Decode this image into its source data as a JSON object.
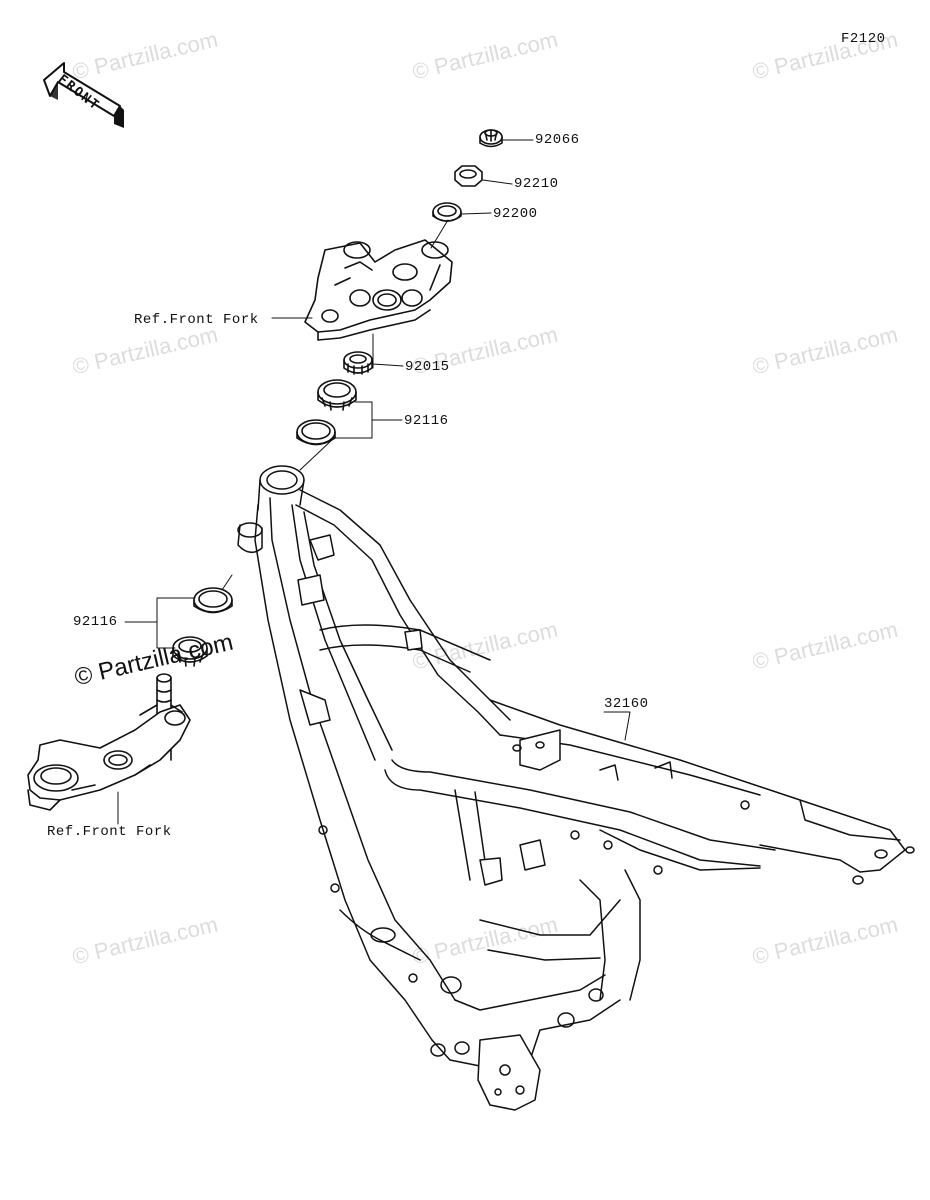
{
  "diagram_code": "F2120",
  "front_arrow_text": "FRONT",
  "watermark_text": "© Partzilla.com",
  "parts": [
    {
      "number": "92066"
    },
    {
      "number": "92210"
    },
    {
      "number": "92200"
    },
    {
      "number": "92015"
    },
    {
      "number": "92116"
    },
    {
      "number": "92116"
    },
    {
      "number": "32160"
    }
  ],
  "references": [
    {
      "text": "Ref.Front Fork"
    },
    {
      "text": "Ref.Front Fork"
    }
  ]
}
